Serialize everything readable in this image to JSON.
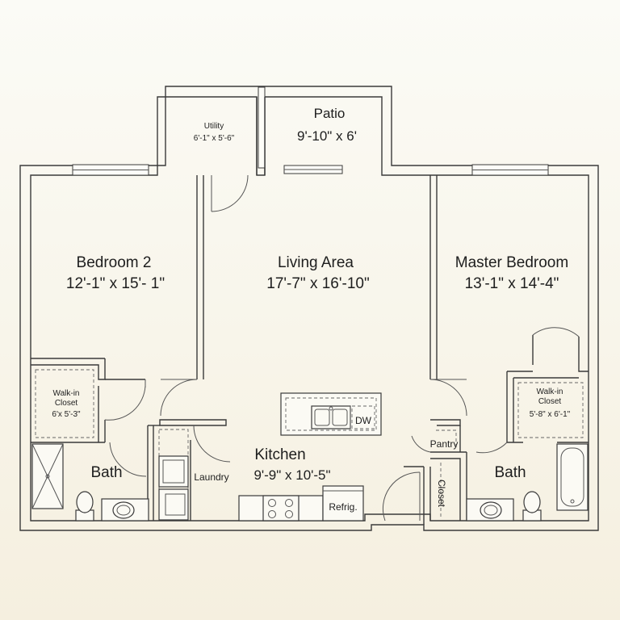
{
  "rooms": {
    "patio": {
      "name": "Patio",
      "size": "9'-10\" x 6'"
    },
    "utility": {
      "name": "Utility",
      "size": "6'-1\" x 5'-6\""
    },
    "bedroom2": {
      "name": "Bedroom 2",
      "size": "12'-1\" x 15'- 1\""
    },
    "living": {
      "name": "Living Area",
      "size": "17'-7\" x 16'-10\""
    },
    "master": {
      "name": "Master Bedroom",
      "size": "13'-1\" x 14'-4\""
    },
    "closet_left": {
      "name_line1": "Walk-in",
      "name_line2": "Closet",
      "size": "6'x 5'-3\""
    },
    "closet_right": {
      "name_line1": "Walk-in",
      "name_line2": "Closet",
      "size": "5'-8\" x 6'-1\""
    },
    "bath_left": {
      "name": "Bath"
    },
    "bath_right": {
      "name": "Bath"
    },
    "kitchen": {
      "name": "Kitchen",
      "size": "9'-9\" x 10'-5\""
    },
    "laundry": {
      "name": "Laundry"
    },
    "pantry": {
      "name": "Pantry"
    },
    "closet_hall": {
      "name": "Closet"
    }
  },
  "fixtures": {
    "dishwasher": "DW",
    "refrigerator": "Refrig."
  }
}
